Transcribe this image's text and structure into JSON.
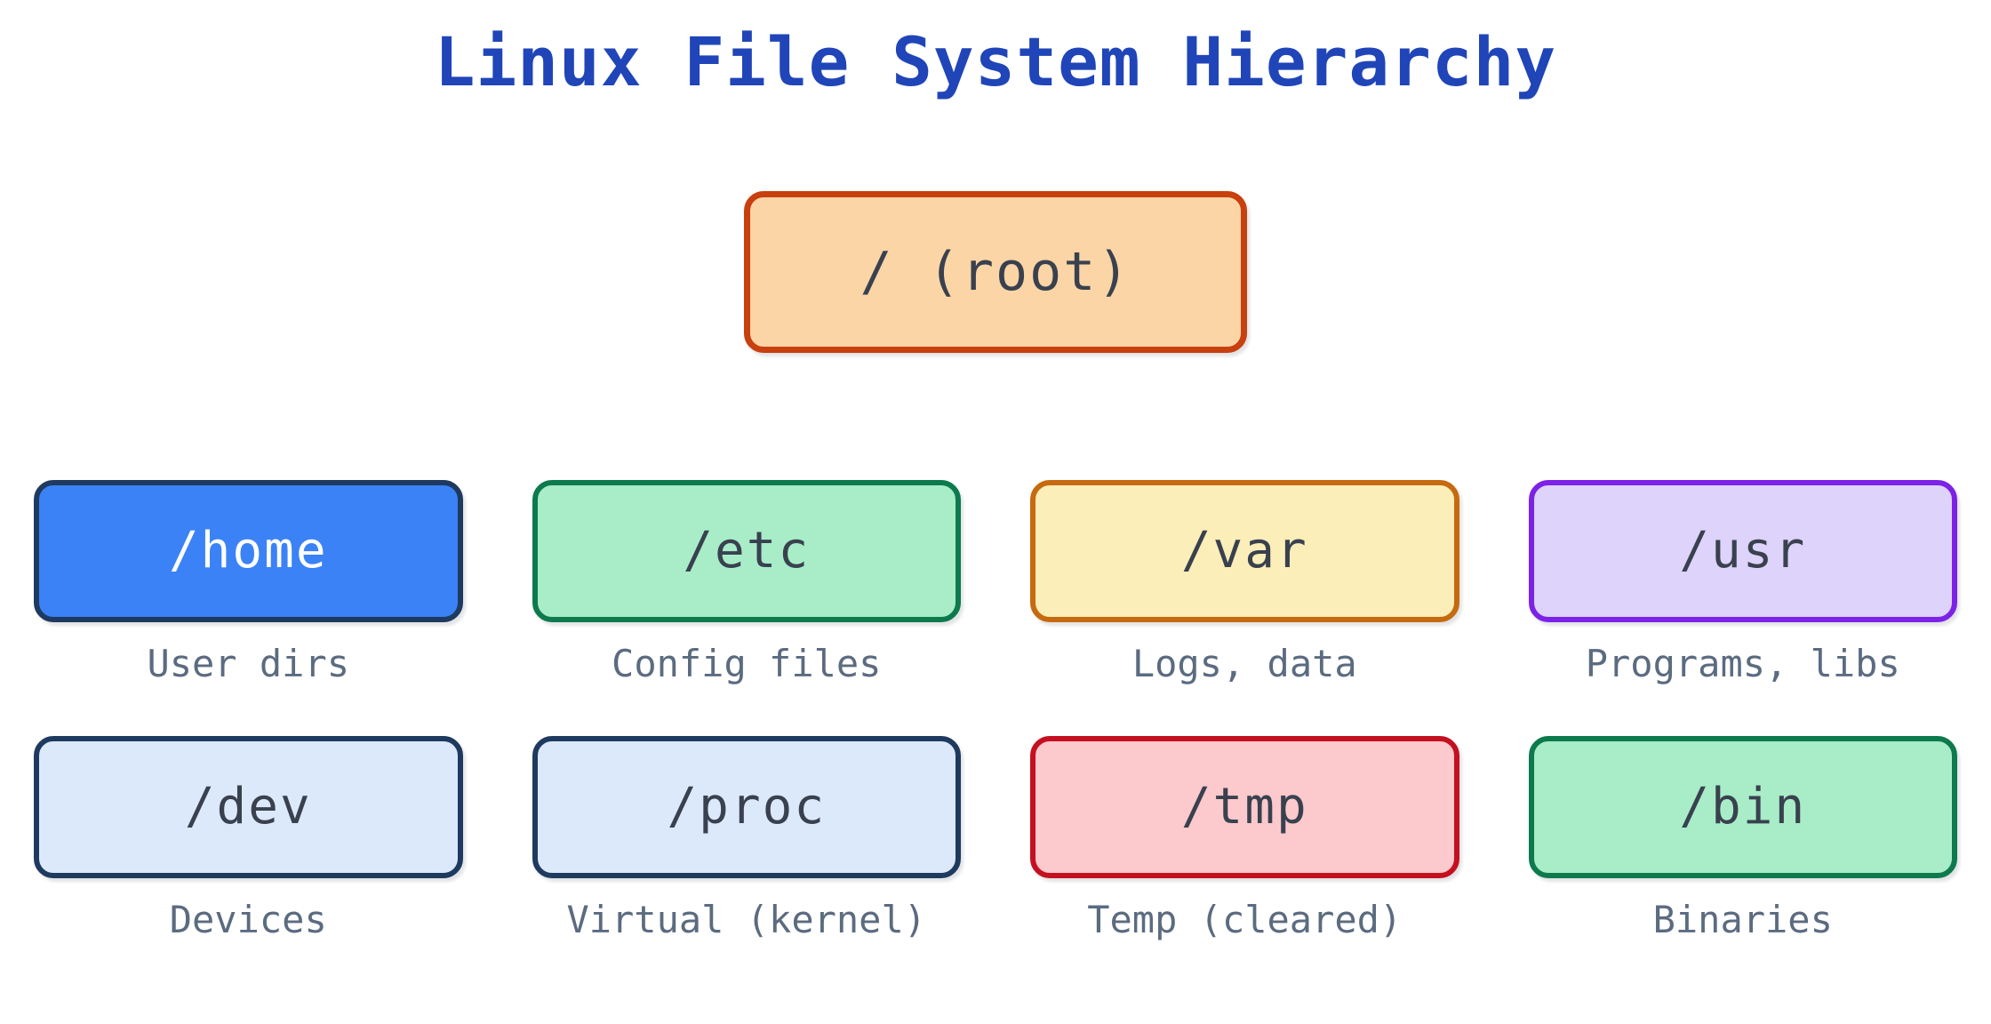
{
  "diagram": {
    "title": "Linux File System Hierarchy",
    "title_color": "#2045b8",
    "background": "#ffffff",
    "caption_color": "#5b6b80",
    "type": "tree-hierarchy",
    "root": {
      "label": "/ (root)",
      "fill": "#fbd5a5",
      "border": "#c8400f",
      "text_color": "#39414f"
    },
    "nodes": [
      {
        "label": "/home",
        "caption": "User dirs",
        "fill": "#3b82f6",
        "border": "#1f3a5f",
        "text_color": "#ffffff"
      },
      {
        "label": "/etc",
        "caption": "Config files",
        "fill": "#a8edc8",
        "border": "#0d7a4d",
        "text_color": "#39414f"
      },
      {
        "label": "/var",
        "caption": "Logs, data",
        "fill": "#fbeeb8",
        "border": "#c66a10",
        "text_color": "#39414f"
      },
      {
        "label": "/usr",
        "caption": "Programs, libs",
        "fill": "#ddd3fb",
        "border": "#7c22e8",
        "text_color": "#39414f"
      },
      {
        "label": "/dev",
        "caption": "Devices",
        "fill": "#dce9fb",
        "border": "#1f3a5f",
        "text_color": "#39414f"
      },
      {
        "label": "/proc",
        "caption": "Virtual (kernel)",
        "fill": "#dce9fb",
        "border": "#1f3a5f",
        "text_color": "#39414f"
      },
      {
        "label": "/tmp",
        "caption": "Temp (cleared)",
        "fill": "#fcc9cc",
        "border": "#c41020",
        "text_color": "#39414f"
      },
      {
        "label": "/bin",
        "caption": "Binaries",
        "fill": "#a8edc8",
        "border": "#0d7a4d",
        "text_color": "#39414f"
      }
    ]
  }
}
